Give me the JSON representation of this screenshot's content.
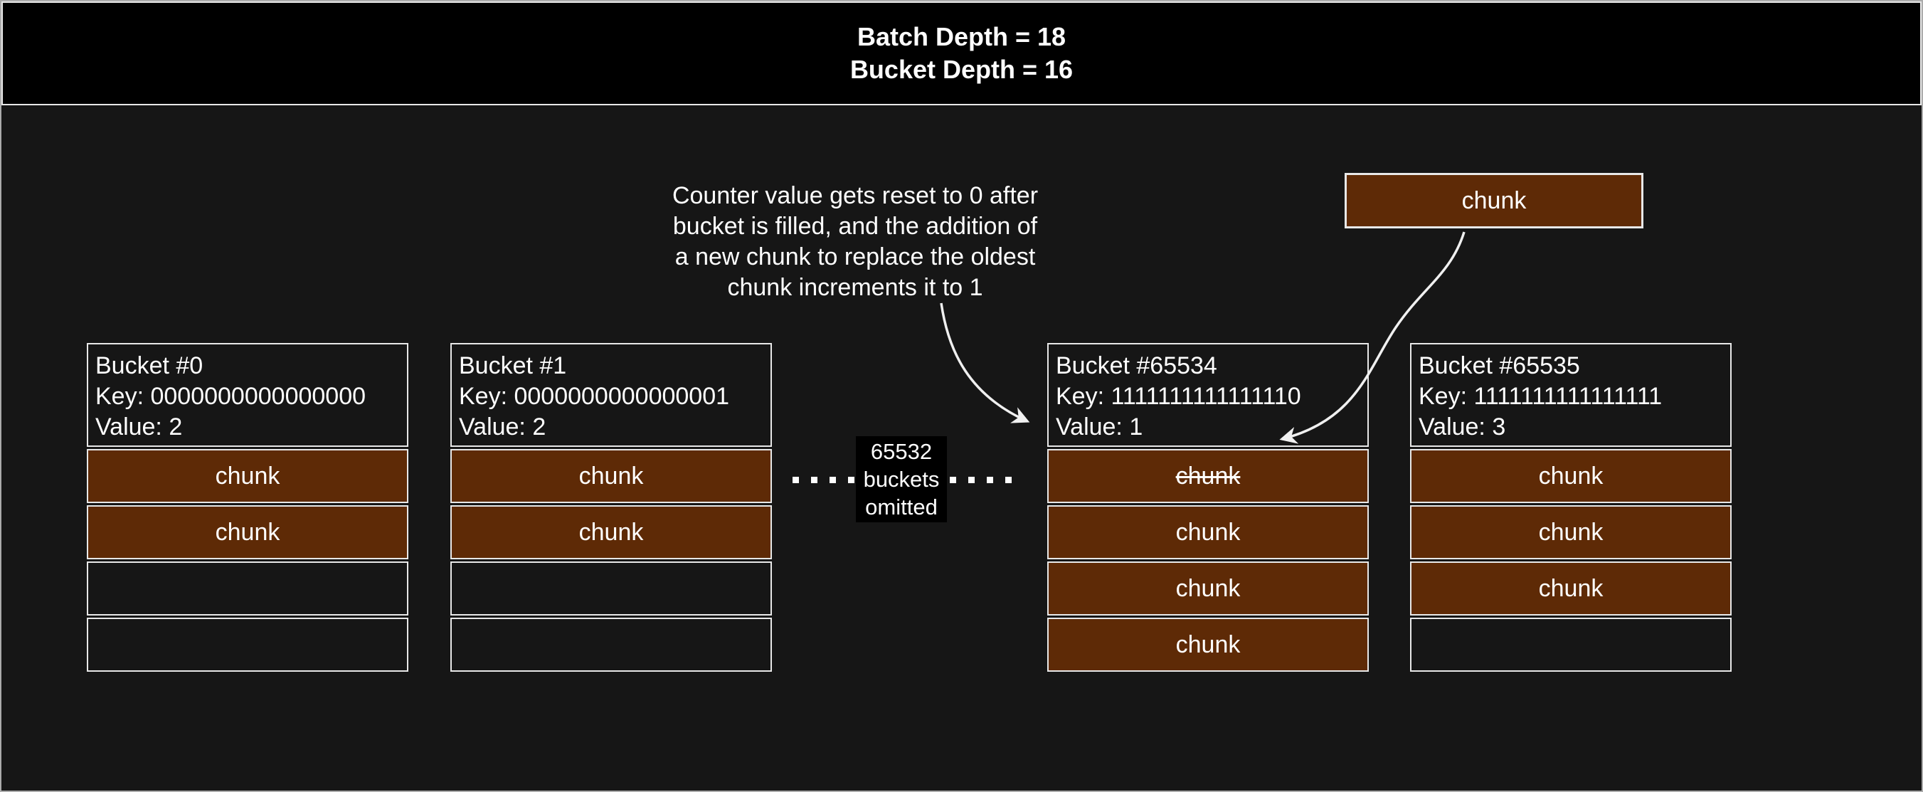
{
  "title_bar": {
    "line1": "Batch Depth = 18",
    "line2": "Bucket Depth = 16"
  },
  "annotation": {
    "lines": [
      "Counter value gets reset to 0 after",
      "bucket is filled, and the addition of",
      "a new chunk to replace the oldest",
      "chunk increments it to 1"
    ]
  },
  "floating_chunk": {
    "label": "chunk"
  },
  "omitted_label": {
    "lines": [
      "65532",
      "buckets",
      "omitted"
    ]
  },
  "buckets": [
    {
      "title": "Bucket #0",
      "key": "Key: 0000000000000000",
      "value": "Value: 2",
      "slots": [
        {
          "label": "chunk",
          "filled": true
        },
        {
          "label": "chunk",
          "filled": true
        },
        {
          "label": "",
          "filled": false
        },
        {
          "label": "",
          "filled": false
        }
      ]
    },
    {
      "title": "Bucket #1",
      "key": "Key: 0000000000000001",
      "value": "Value: 2",
      "slots": [
        {
          "label": "chunk",
          "filled": true
        },
        {
          "label": "chunk",
          "filled": true
        },
        {
          "label": "",
          "filled": false
        },
        {
          "label": "",
          "filled": false
        }
      ]
    },
    {
      "title": "Bucket #65534",
      "key": "Key: 1111111111111110",
      "value": "Value: 1",
      "slots": [
        {
          "label": "chunk",
          "filled": true,
          "struck": true
        },
        {
          "label": "chunk",
          "filled": true
        },
        {
          "label": "chunk",
          "filled": true
        },
        {
          "label": "chunk",
          "filled": true
        }
      ]
    },
    {
      "title": "Bucket #65535",
      "key": "Key: 1111111111111111",
      "value": "Value: 3",
      "slots": [
        {
          "label": "chunk",
          "filled": true
        },
        {
          "label": "chunk",
          "filled": true
        },
        {
          "label": "chunk",
          "filled": true
        },
        {
          "label": "",
          "filled": false
        }
      ]
    }
  ],
  "colors": {
    "canvas_bg": "#161616",
    "titlebar_bg": "#000000",
    "chunk_fill": "#5e2a06",
    "stroke": "#f0f0f0"
  }
}
